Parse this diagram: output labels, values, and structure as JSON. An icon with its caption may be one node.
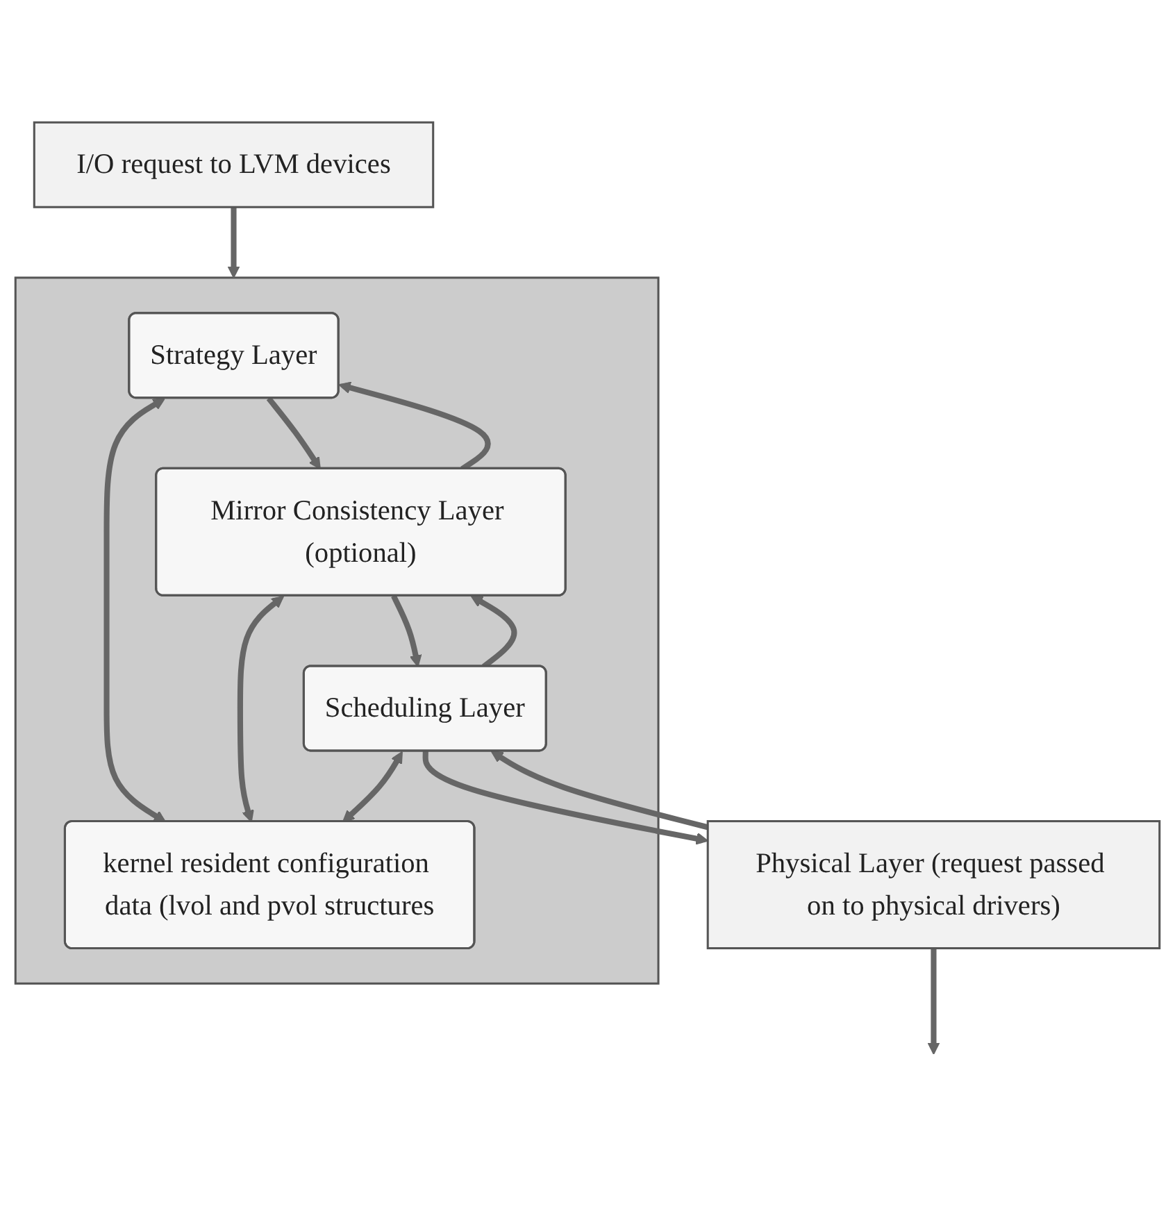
{
  "diagram": {
    "nodes": [
      {
        "text": [
          "I/O request to LVM devices"
        ]
      },
      {
        "text": [],
        "shape": "box"
      },
      {
        "text": [
          "Strategy Layer"
        ],
        "in": 1
      },
      {
        "text": [
          "Mirror Consistency Layer (optional)"
        ],
        "in": 1
      },
      {
        "text": [
          "Scheduling Layer"
        ],
        "in": 1
      },
      {
        "text": [
          "kernel resident configuration data (lvol and pvol structures"
        ],
        "in": 1
      },
      {
        "text": [
          "Physical Layer (request passed on to physical drivers)"
        ]
      }
    ],
    "edges": [
      {
        "from": 0,
        "to": 1,
        "arrow": "to"
      },
      {
        "from": 2,
        "to": 3,
        "arrow": "to"
      },
      {
        "from": 3,
        "to": 2,
        "arrow": "to"
      },
      {
        "from": 3,
        "to": 4,
        "arrow": "to"
      },
      {
        "from": 4,
        "to": 3,
        "arrow": "to"
      },
      {
        "from": 4,
        "to": 6,
        "arrow": "to"
      },
      {
        "from": 6,
        "to": 4,
        "arrow": "to"
      },
      {
        "from": 2,
        "to": 5,
        "arrow": "both"
      },
      {
        "from": 3,
        "to": 5,
        "arrow": "both"
      },
      {
        "from": 4,
        "to": 5,
        "arrow": "both"
      },
      {
        "from": 6,
        "to": null,
        "arrow": "to"
      }
    ]
  }
}
